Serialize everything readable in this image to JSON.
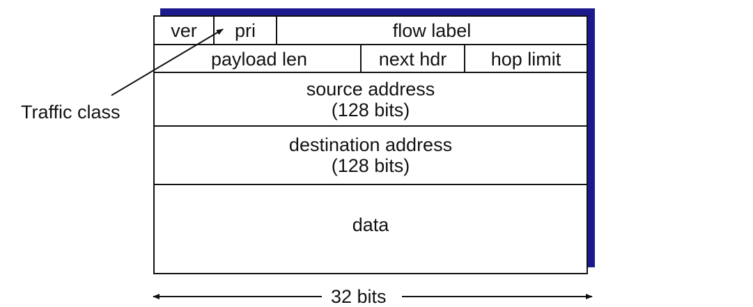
{
  "row1": {
    "ver": "ver",
    "pri": "pri",
    "flow_label": "flow label"
  },
  "row2": {
    "payload_len": "payload len",
    "next_hdr": "next hdr",
    "hop_limit": "hop limit"
  },
  "source": {
    "line1": "source address",
    "line2": "(128 bits)"
  },
  "destination": {
    "line1": "destination address",
    "line2": "(128 bits)"
  },
  "data": "data",
  "traffic_class": "Traffic class",
  "width_label": "32 bits",
  "colors": {
    "shadow": "#1a1a8c",
    "line": "#111111"
  }
}
